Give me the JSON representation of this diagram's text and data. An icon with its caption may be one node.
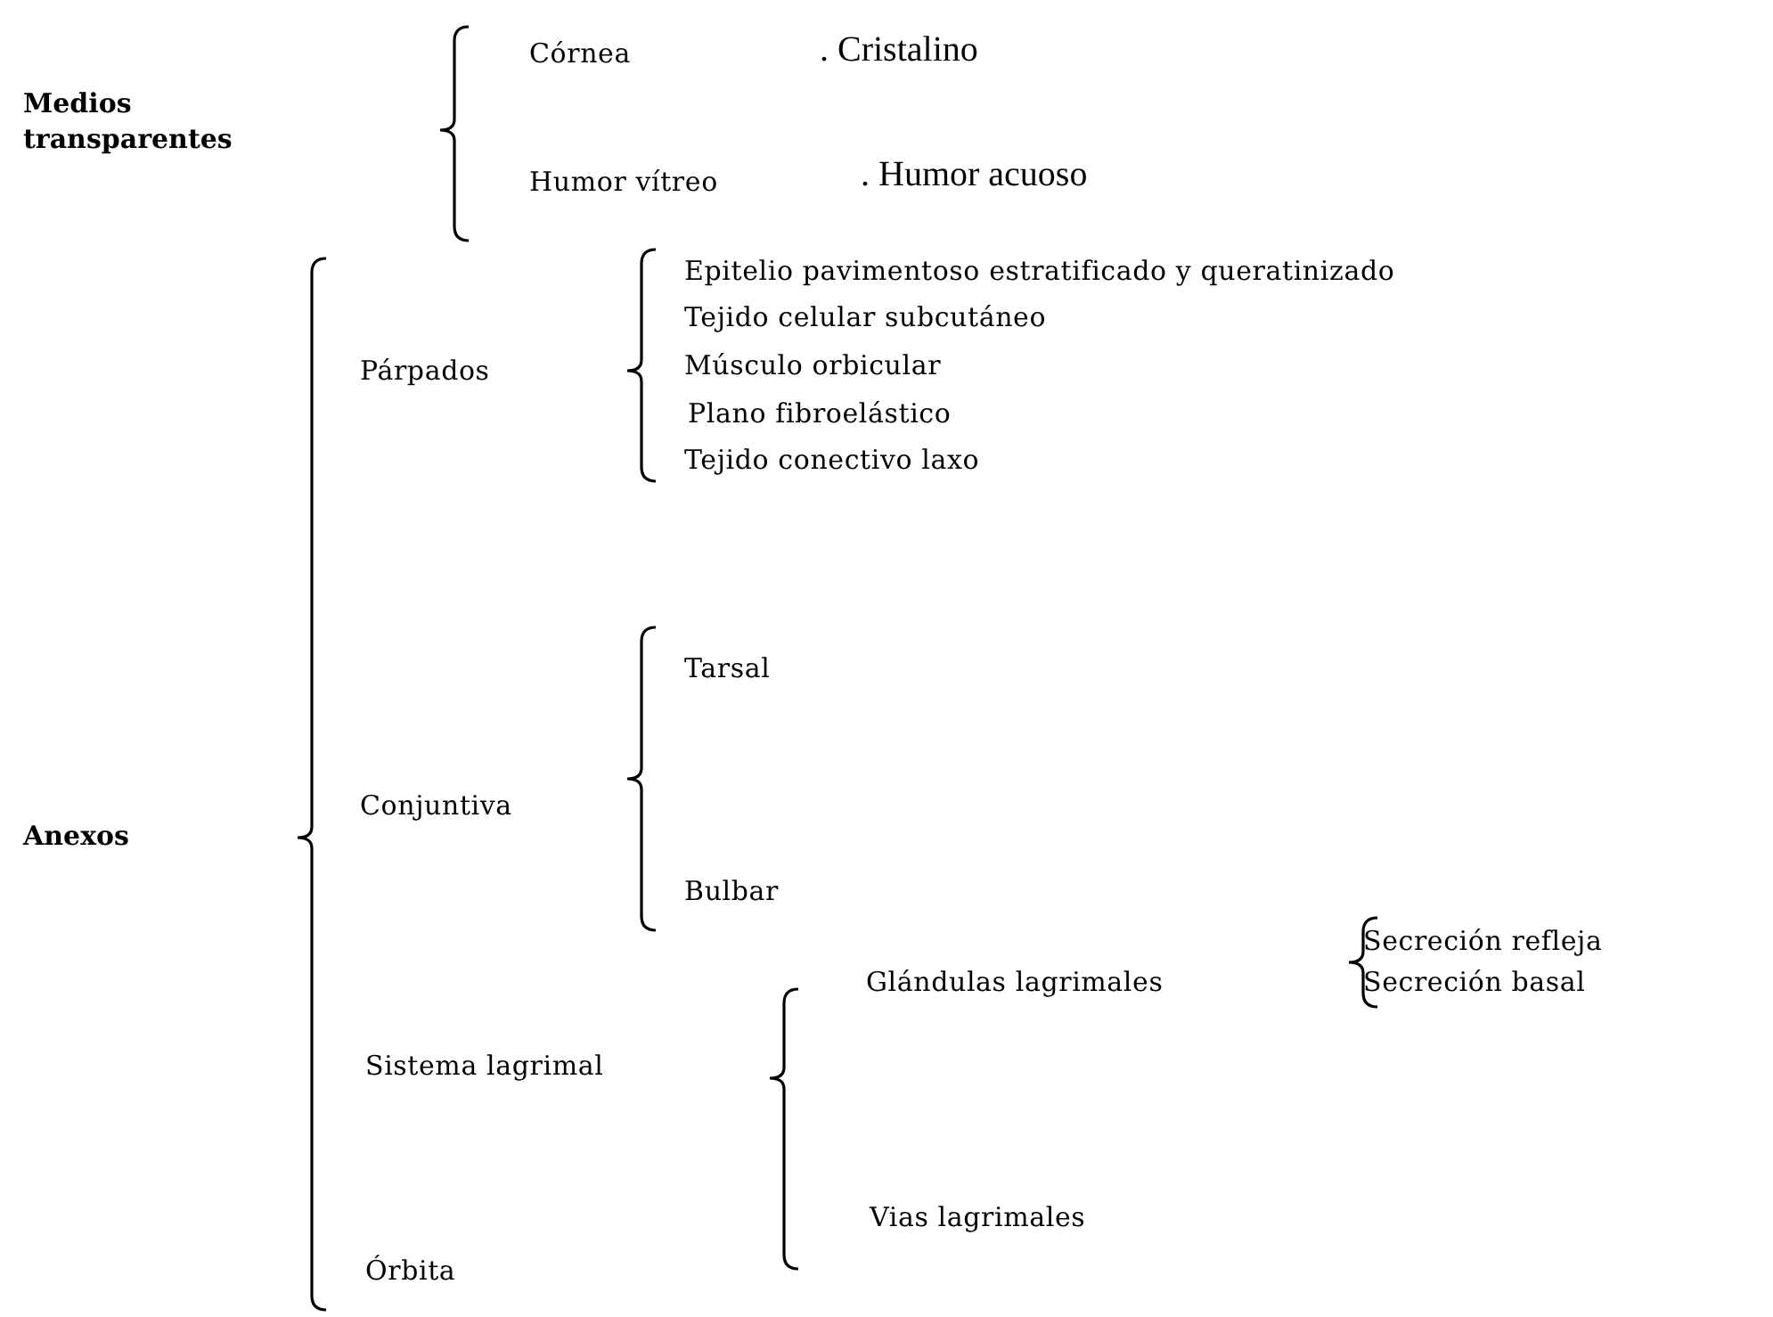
{
  "diagram": {
    "labels": [
      "Medios transparentes",
      "Córnea",
      ". Cristalino",
      "Humor vítreo",
      ". Humor acuoso",
      "Epitelio pavimentoso estratificado y queratinizado",
      "Tejido celular subcutáneo",
      "Músculo orbicular",
      "Plano fibroelástico",
      "Tejido conectivo laxo",
      "Anexos",
      "Párpados",
      "Tarsal",
      "Conjuntiva",
      "Bulbar",
      "Glándulas lagrimales",
      "Secreción refleja",
      "Secreción basal",
      "Sistema lagrimal",
      "Vias lagrimales",
      "Órbita"
    ]
  }
}
